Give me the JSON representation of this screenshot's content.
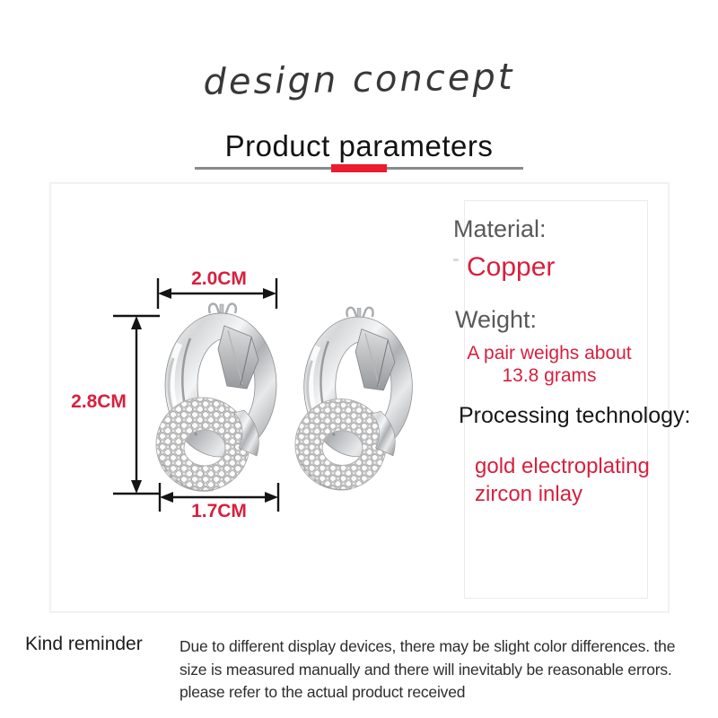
{
  "header": {
    "tagline": "design concept",
    "title": "Product parameters"
  },
  "measurements": {
    "top_width": "2.0CM",
    "height": "2.8CM",
    "bottom_width": "1.7CM"
  },
  "parameters": {
    "material_label": "Material:",
    "material_value": "Copper",
    "weight_label": "Weight:",
    "weight_value_lines": [
      "A pair weighs about",
      "13.8 grams"
    ],
    "processing_label": "Processing technology:",
    "processing_value_lines": [
      "gold electroplating",
      "zircon inlay"
    ]
  },
  "footer": {
    "reminder_label": "Kind reminder",
    "disclaimer_lines": [
      "Due to different display devices, there may be slight color differences. the",
      "size is measured manually and there will inevitably be reasonable errors.",
      "please refer to the actual product received"
    ]
  },
  "colors": {
    "accent_red_text": "#d8203e",
    "divider_red": "#ec1b2e",
    "divider_gray": "#8a8a8a",
    "label_gray": "#5a5858",
    "processing_label_black": "#171717",
    "arrow_black": "#141414",
    "box_border_gray": "#f1f1f1",
    "panel_border_gray": "#ebebeb"
  },
  "icons": {
    "horizontal_dimension_arrow": "↔",
    "vertical_dimension_arrow": "↕"
  }
}
